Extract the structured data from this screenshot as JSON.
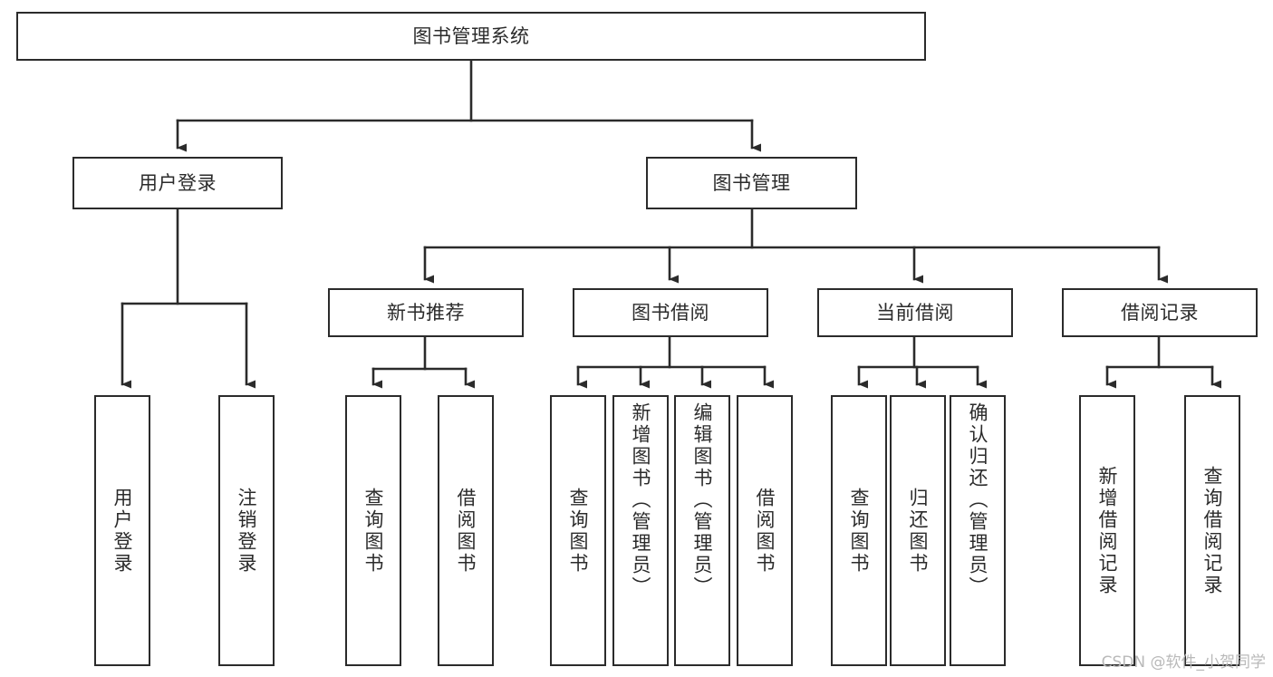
{
  "diagram": {
    "type": "tree-hierarchy",
    "title": "图书管理系统",
    "orientation": "top-down",
    "colors": {
      "box_border": "#2b2b2b",
      "box_fill": "#ffffff",
      "connector": "#2b2b2b",
      "canvas": "#ffffff",
      "watermark_text": "#b9b9b9"
    },
    "nodes": {
      "root": {
        "label": "图书管理系统",
        "level": 0
      },
      "user_login": {
        "label": "用户登录",
        "level": 1
      },
      "book_manage": {
        "label": "图书管理",
        "level": 1
      },
      "new_book_rec": {
        "label": "新书推荐",
        "level": 2
      },
      "book_borrow": {
        "label": "图书借阅",
        "level": 2
      },
      "current_borrow": {
        "label": "当前借阅",
        "level": 2
      },
      "borrow_record": {
        "label": "借阅记录",
        "level": 2
      }
    },
    "leaves": {
      "user_login": [
        {
          "label": "用户登录"
        },
        {
          "label": "注销登录"
        }
      ],
      "new_book_rec": [
        {
          "label": "查询图书"
        },
        {
          "label": "借阅图书"
        }
      ],
      "book_borrow": [
        {
          "label": "查询图书"
        },
        {
          "label": "新增图书（管理员）"
        },
        {
          "label": "编辑图书（管理员）"
        },
        {
          "label": "借阅图书"
        }
      ],
      "current_borrow": [
        {
          "label": "查询图书"
        },
        {
          "label": "归还图书"
        },
        {
          "label": "确认归还（管理员）"
        }
      ],
      "borrow_record": [
        {
          "label": "新增借阅记录"
        },
        {
          "label": "查询借阅记录"
        }
      ]
    }
  },
  "watermark": {
    "text": "CSDN @软件_小贺同学"
  }
}
